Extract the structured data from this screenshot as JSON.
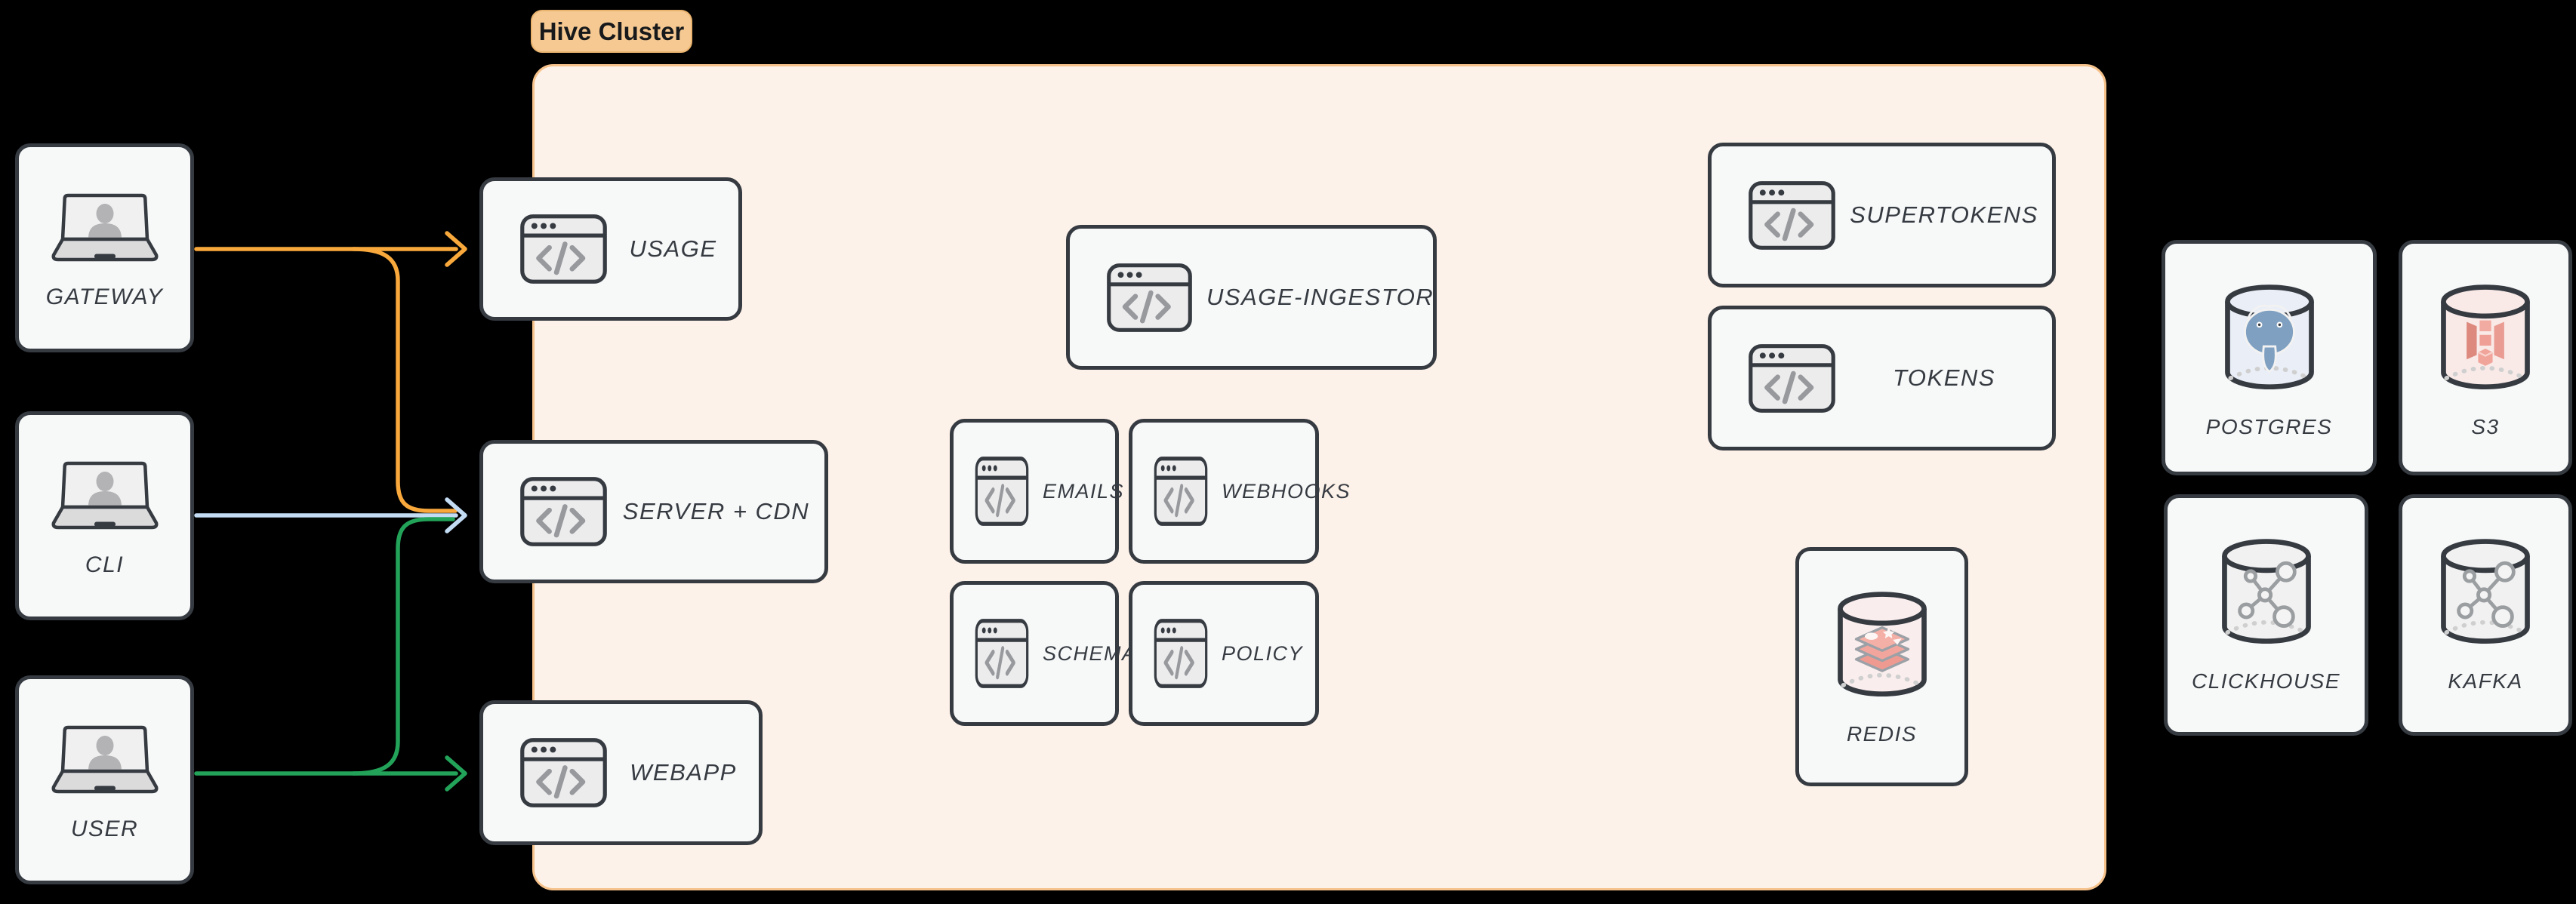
{
  "colors": {
    "background": "#000000",
    "cluster_fill": "#fdf2e9",
    "cluster_border": "#f6c28b",
    "pill_fill": "#f6c992",
    "node_fill": "#f7f8f8",
    "node_border": "#363b42",
    "icon_glyph": "#97999d",
    "arrow_orange": "#f9a83c",
    "arrow_blue": "#c3dcf4",
    "arrow_green": "#22a359",
    "redis_tint": "#faeded",
    "postgres_tint": "#eaeef6",
    "s3_tint": "#f9eae8",
    "gray_tint": "#f1f1f1"
  },
  "cluster": {
    "label": "Hive Cluster"
  },
  "actors": {
    "gateway": {
      "label": "GATEWAY"
    },
    "cli": {
      "label": "CLI"
    },
    "user": {
      "label": "USER"
    }
  },
  "services": {
    "usage": {
      "label": "USAGE"
    },
    "server_cdn": {
      "label": "SERVER + CDN"
    },
    "webapp": {
      "label": "WEBAPP"
    },
    "usage_ingestor": {
      "label": "USAGE-INGESTOR"
    },
    "emails": {
      "label": "EMAILS"
    },
    "webhooks": {
      "label": "WEBHOOKS"
    },
    "schema": {
      "label": "SCHEMA"
    },
    "policy": {
      "label": "POLICY"
    },
    "supertokens": {
      "label": "SUPERTOKENS"
    },
    "tokens": {
      "label": "TOKENS"
    }
  },
  "datastores": {
    "redis": {
      "label": "REDIS"
    },
    "postgres": {
      "label": "POSTGRES"
    },
    "s3": {
      "label": "S3"
    },
    "clickhouse": {
      "label": "CLICKHOUSE"
    },
    "kafka": {
      "label": "KAFKA"
    }
  },
  "edges": [
    {
      "from": "gateway",
      "to": "usage",
      "color": "orange"
    },
    {
      "from": "gateway",
      "to": "server_cdn",
      "color": "orange"
    },
    {
      "from": "cli",
      "to": "server_cdn",
      "color": "blue"
    },
    {
      "from": "user",
      "to": "server_cdn",
      "color": "green"
    },
    {
      "from": "user",
      "to": "webapp",
      "color": "green"
    }
  ]
}
